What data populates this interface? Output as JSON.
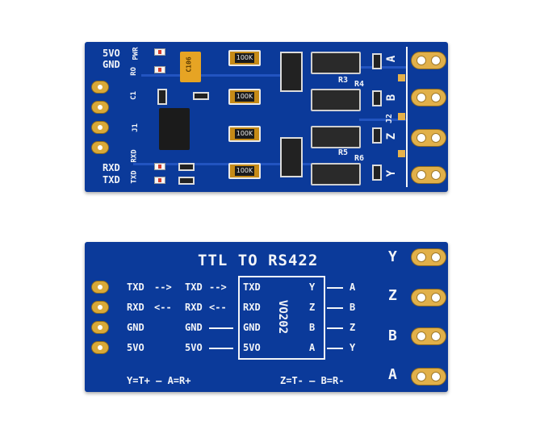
{
  "top_board": {
    "power_label_5v": "5VO",
    "power_label_gnd": "GND",
    "led_labels": [
      "PWR",
      "RO",
      "RXD",
      "TXD"
    ],
    "side_labels_rxd": "RXD",
    "side_labels_txd": "TXD",
    "cap_label": "C106",
    "refdes": [
      "C1",
      "J1",
      "R3",
      "R4",
      "R5",
      "R6",
      "J2"
    ],
    "resistor_value": "100K",
    "terminal_letters": [
      "A",
      "B",
      "Z",
      "Y"
    ]
  },
  "bottom_board": {
    "title": "TTL TO RS422",
    "chip_name": "VO202",
    "left_pins": [
      "TXD",
      "RXD",
      "GND",
      "5VO"
    ],
    "left_map": [
      "TXD",
      "RXD",
      "GND",
      "5VO"
    ],
    "chip_left": [
      "TXD",
      "RXD",
      "GND",
      "5VO"
    ],
    "chip_right": [
      "Y",
      "Z",
      "B",
      "A"
    ],
    "right_map": [
      "A",
      "B",
      "Z",
      "Y"
    ],
    "edge_letters": [
      "Y",
      "Z",
      "B",
      "A"
    ],
    "footer_left": "Y=T+ — A=R+",
    "footer_right": "Z=T- — B=R-",
    "arrow_txd": "-->",
    "arrow_rxd": "<--"
  },
  "colors": {
    "pcb": "#0b3a9a",
    "silkscreen": "#f2f4f8",
    "gold": "#d9a938"
  }
}
